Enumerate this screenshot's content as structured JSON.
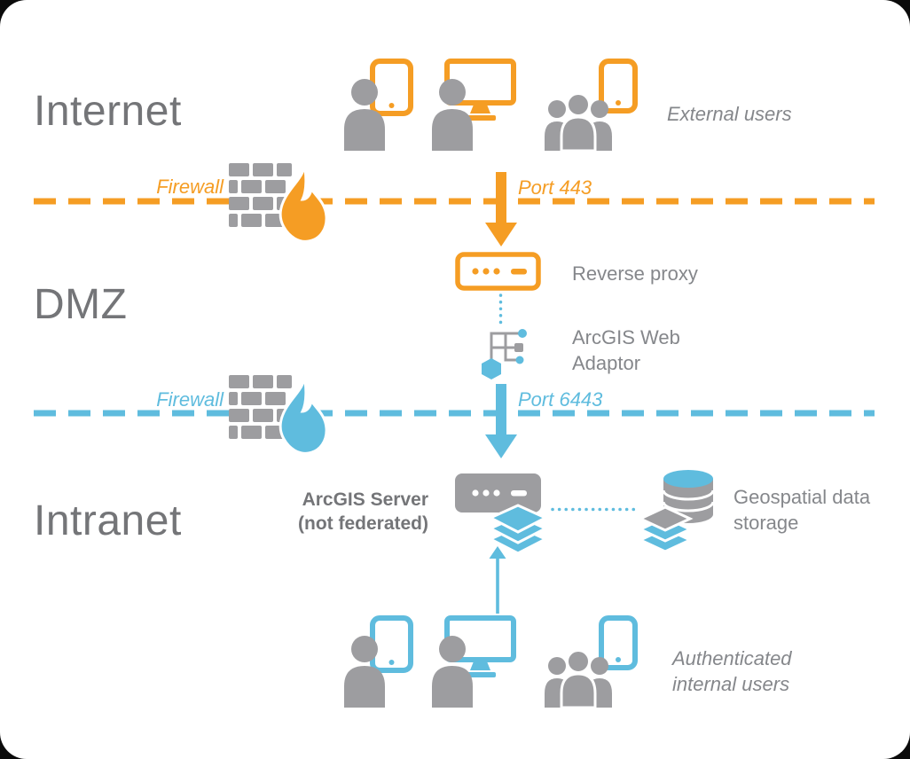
{
  "colors": {
    "orange": "#F59D24",
    "blue": "#5FBCDE",
    "zone-gray": "#747578",
    "label-gray": "#85878B",
    "icon-gray": "#9D9DA0"
  },
  "internet": {
    "zone_label": "Internet",
    "external_users_label": "External users",
    "firewall_label": "Firewall",
    "port_label": "Port 443"
  },
  "dmz": {
    "zone_label": "DMZ",
    "reverse_proxy_label": "Reverse proxy",
    "web_adaptor_label": "ArcGIS Web Adaptor",
    "firewall_label": "Firewall",
    "port_label": "Port 6443"
  },
  "intranet": {
    "zone_label": "Intranet",
    "server_label": "ArcGIS Server",
    "server_note": "(not federated)",
    "storage_label": "Geospatial data storage",
    "internal_users_label": "Authenticated internal users"
  },
  "icons": {
    "user_with_tablet": "person-tablet-icon",
    "user_with_desktop": "person-desktop-icon",
    "user_group": "user-group-tablet-icon",
    "firewall": "brick-wall-flame-icon",
    "reverse_proxy": "proxy-server-box-icon",
    "web_adaptor": "web-adaptor-network-icon",
    "arcgis_server": "server-box-icon",
    "map_layers": "layers-stack-icon",
    "database": "database-cylinder-icon",
    "flow_arrow_down": "arrow-down-icon",
    "flow_arrow_up": "arrow-up-icon"
  }
}
